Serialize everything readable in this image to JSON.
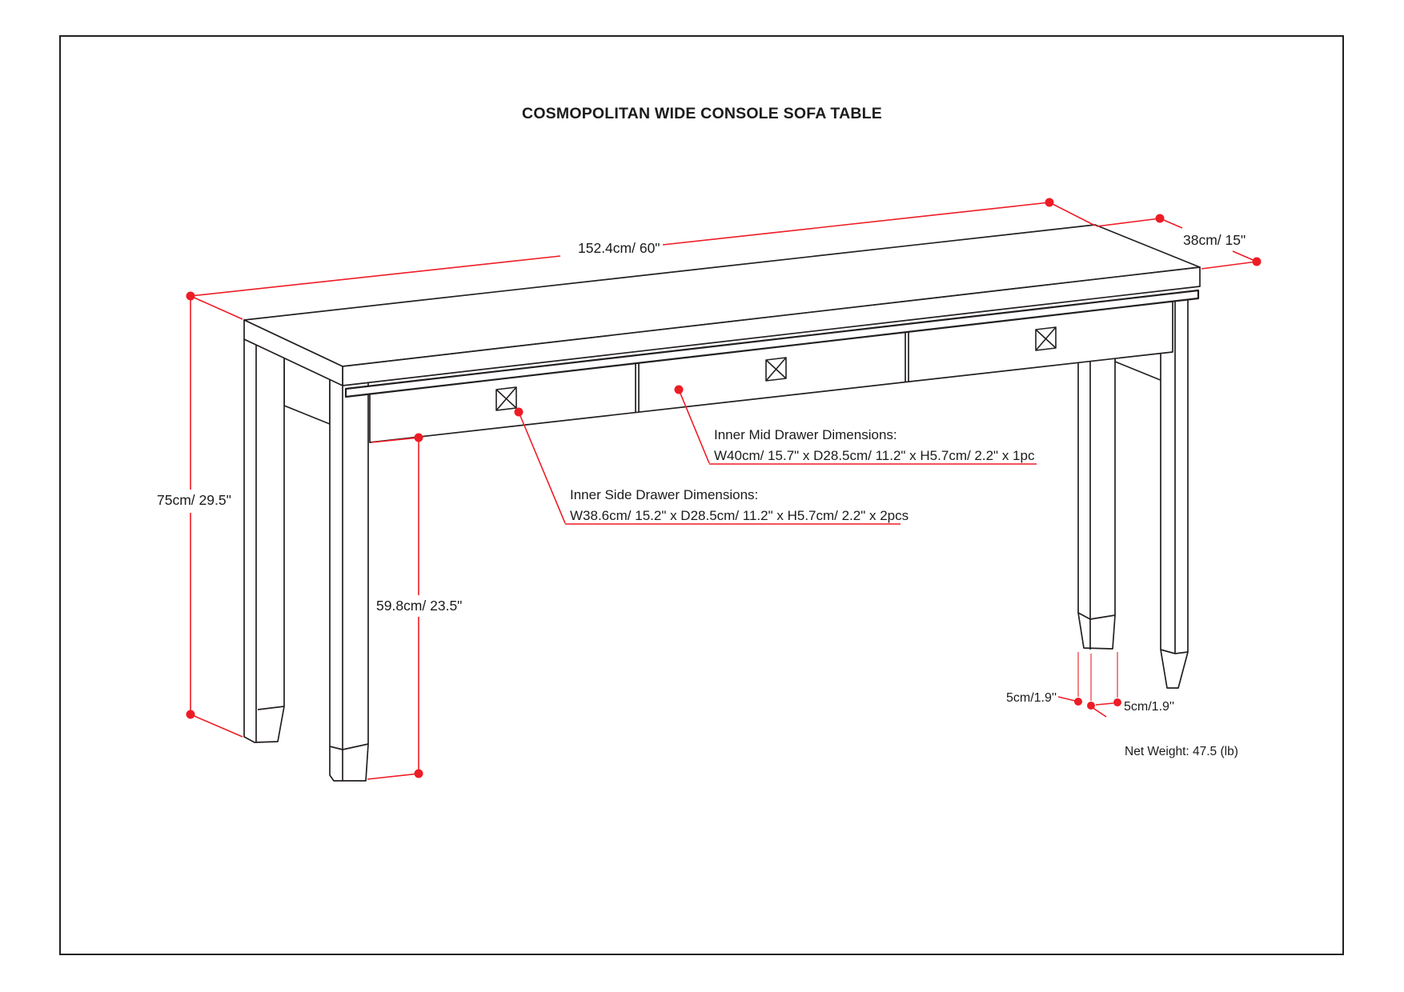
{
  "diagram": {
    "title": "COSMOPOLITAN WIDE CONSOLE SOFA TABLE",
    "product_type": "console-sofa-table-dimension-drawing",
    "dimensions": {
      "overall_width": "152.4cm/ 60\"",
      "overall_depth": "38cm/ 15\"",
      "overall_height": "75cm/ 29.5\"",
      "floor_to_apron_height": "59.8cm/ 23.5\"",
      "foot_width_left": "5cm/1.9''",
      "foot_width_right": "5cm/1.9''"
    },
    "callouts": {
      "mid_drawer": {
        "title": "Inner Mid Drawer Dimensions:",
        "value": "W40cm/ 15.7\" x D28.5cm/ 11.2\" x H5.7cm/ 2.2\" x 1pc"
      },
      "side_drawer": {
        "title": "Inner Side Drawer Dimensions:",
        "value": "W38.6cm/ 15.2\" x D28.5cm/ 11.2\" x H5.7cm/ 2.2\" x 2pcs"
      }
    },
    "net_weight": "Net Weight:  47.5 (lb)",
    "colors": {
      "dimension_red": "#ee1c25",
      "line_black": "#231f20"
    }
  }
}
